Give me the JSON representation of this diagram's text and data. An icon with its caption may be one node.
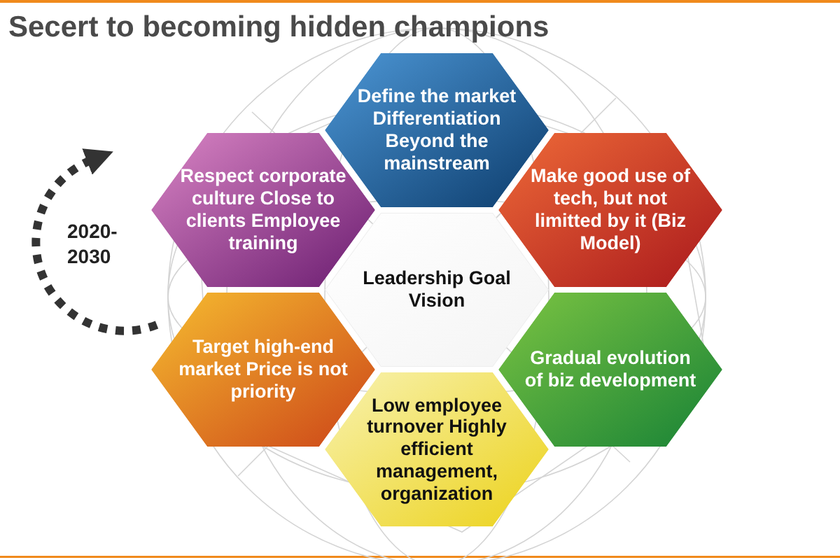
{
  "diagram": {
    "title": "Secert to becoming hidden champions",
    "nodes": [
      {
        "text": [
          "Define the market Differentiation Beyond the mainstream"
        ]
      },
      {
        "text": [
          "Respect corporate culture Close to clients Employee training"
        ]
      },
      {
        "text": [
          "Make good use of tech, but not limitted by it (Biz Model)"
        ]
      },
      {
        "text": [
          "Leadership Goal Vision"
        ]
      },
      {
        "text": [
          "Target high-end market Price is not priority"
        ]
      },
      {
        "text": [
          "Gradual evolution of biz development"
        ]
      },
      {
        "text": [
          "Low employee turnover Highly efficient management, organization"
        ]
      }
    ],
    "labels": [
      "2020-2030"
    ]
  }
}
